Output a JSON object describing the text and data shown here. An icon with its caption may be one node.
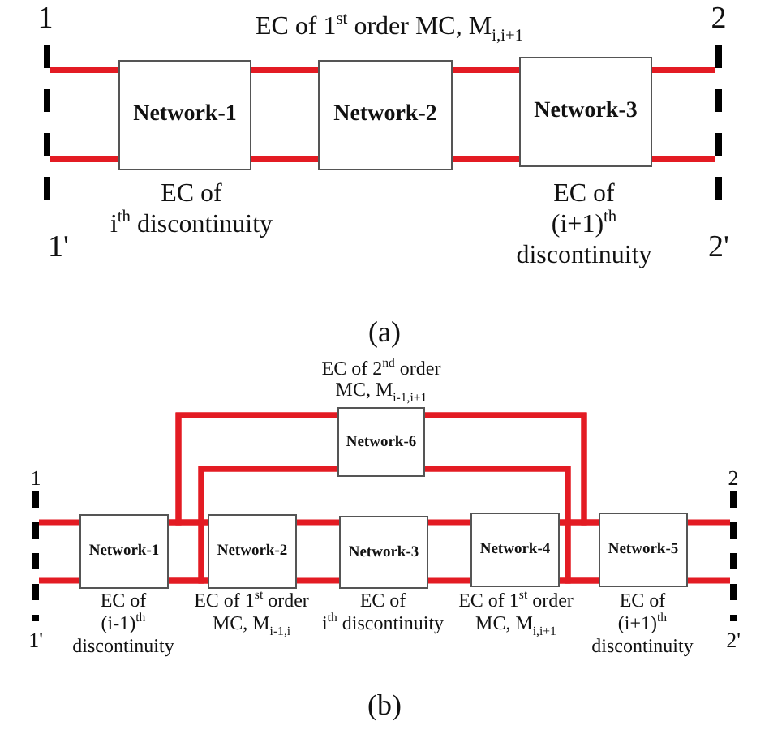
{
  "diagram": {
    "nodes": [
      {
        "text": [],
        "shape": "bar"
      },
      {
        "text": [
          "Network-1"
        ],
        "beside": [
          "EC of i$^{th}$ discontinuity"
        ]
      },
      {
        "text": [
          "Network-2"
        ]
      },
      {
        "text": [
          "Network-3"
        ],
        "beside": [
          "EC of (i+1)$^{th}$ discontinuity"
        ]
      },
      {
        "text": [],
        "shape": "bar"
      },
      {
        "text": [
          "Network-6"
        ],
        "beside": [
          "EC of 2$^{nd}$ order MC, M$_{i-1,i+1}$"
        ]
      },
      {
        "text": [],
        "shape": "bar"
      },
      {
        "text": [
          "Network-1"
        ],
        "beside": [
          "EC of (i-1)$^{th}$ discontinuity"
        ]
      },
      {
        "text": [
          "Network-2"
        ],
        "beside": [
          "EC of 1$^{st}$ order MC, M$_{i-1,i}$"
        ]
      },
      {
        "text": [
          "Network-3"
        ],
        "beside": [
          "EC of i$^{th}$ discontinuity"
        ]
      },
      {
        "text": [
          "Network-4"
        ],
        "beside": [
          "EC of 1$^{st}$ order MC, M$_{i,i+1}$"
        ]
      },
      {
        "text": [
          "Network-5"
        ],
        "beside": [
          "EC of (i+1)$^{th}$ discontinuity"
        ]
      },
      {
        "text": [],
        "shape": "bar"
      }
    ],
    "edges": [
      {
        "from": 0,
        "to": 1,
        "arrow": "none"
      },
      {
        "from": 0,
        "to": 1,
        "arrow": "none"
      },
      {
        "from": 1,
        "to": 2,
        "arrow": "none"
      },
      {
        "from": 1,
        "to": 2,
        "arrow": "none"
      },
      {
        "from": 2,
        "to": 3,
        "arrow": "none"
      },
      {
        "from": 2,
        "to": 3,
        "arrow": "none"
      },
      {
        "from": 3,
        "to": 4,
        "arrow": "none"
      },
      {
        "from": 3,
        "to": 4,
        "arrow": "none"
      },
      {
        "from": 6,
        "to": 7,
        "arrow": "none"
      },
      {
        "from": 6,
        "to": 7,
        "arrow": "none"
      },
      {
        "from": 7,
        "to": 8,
        "arrow": "none"
      },
      {
        "from": 7,
        "to": 8,
        "arrow": "none"
      },
      {
        "from": 8,
        "to": 9,
        "arrow": "none"
      },
      {
        "from": 8,
        "to": 9,
        "arrow": "none"
      },
      {
        "from": 9,
        "to": 10,
        "arrow": "none"
      },
      {
        "from": 9,
        "to": 10,
        "arrow": "none"
      },
      {
        "from": 10,
        "to": 11,
        "arrow": "none"
      },
      {
        "from": 10,
        "to": 11,
        "arrow": "none"
      },
      {
        "from": 11,
        "to": 12,
        "arrow": "none"
      },
      {
        "from": 11,
        "to": 12,
        "arrow": "none"
      },
      {
        "from": 5,
        "to": 7,
        "arrow": "none"
      },
      {
        "from": 5,
        "to": 8,
        "arrow": "none"
      },
      {
        "from": 5,
        "to": 7,
        "arrow": "none"
      },
      {
        "from": 5,
        "to": 8,
        "arrow": "none"
      },
      {
        "from": 5,
        "to": 10,
        "arrow": "none"
      },
      {
        "from": 5,
        "to": 11,
        "arrow": "none"
      },
      {
        "from": 5,
        "to": 10,
        "arrow": "none"
      },
      {
        "from": 5,
        "to": 11,
        "arrow": "none"
      }
    ],
    "labels": [
      "1",
      "2",
      "EC of 1$^{st}$ order MC, M$_{i,i+1}$",
      "1'",
      "2'",
      "(a)",
      "1",
      "2",
      "1'",
      "2'",
      "(b)"
    ]
  }
}
